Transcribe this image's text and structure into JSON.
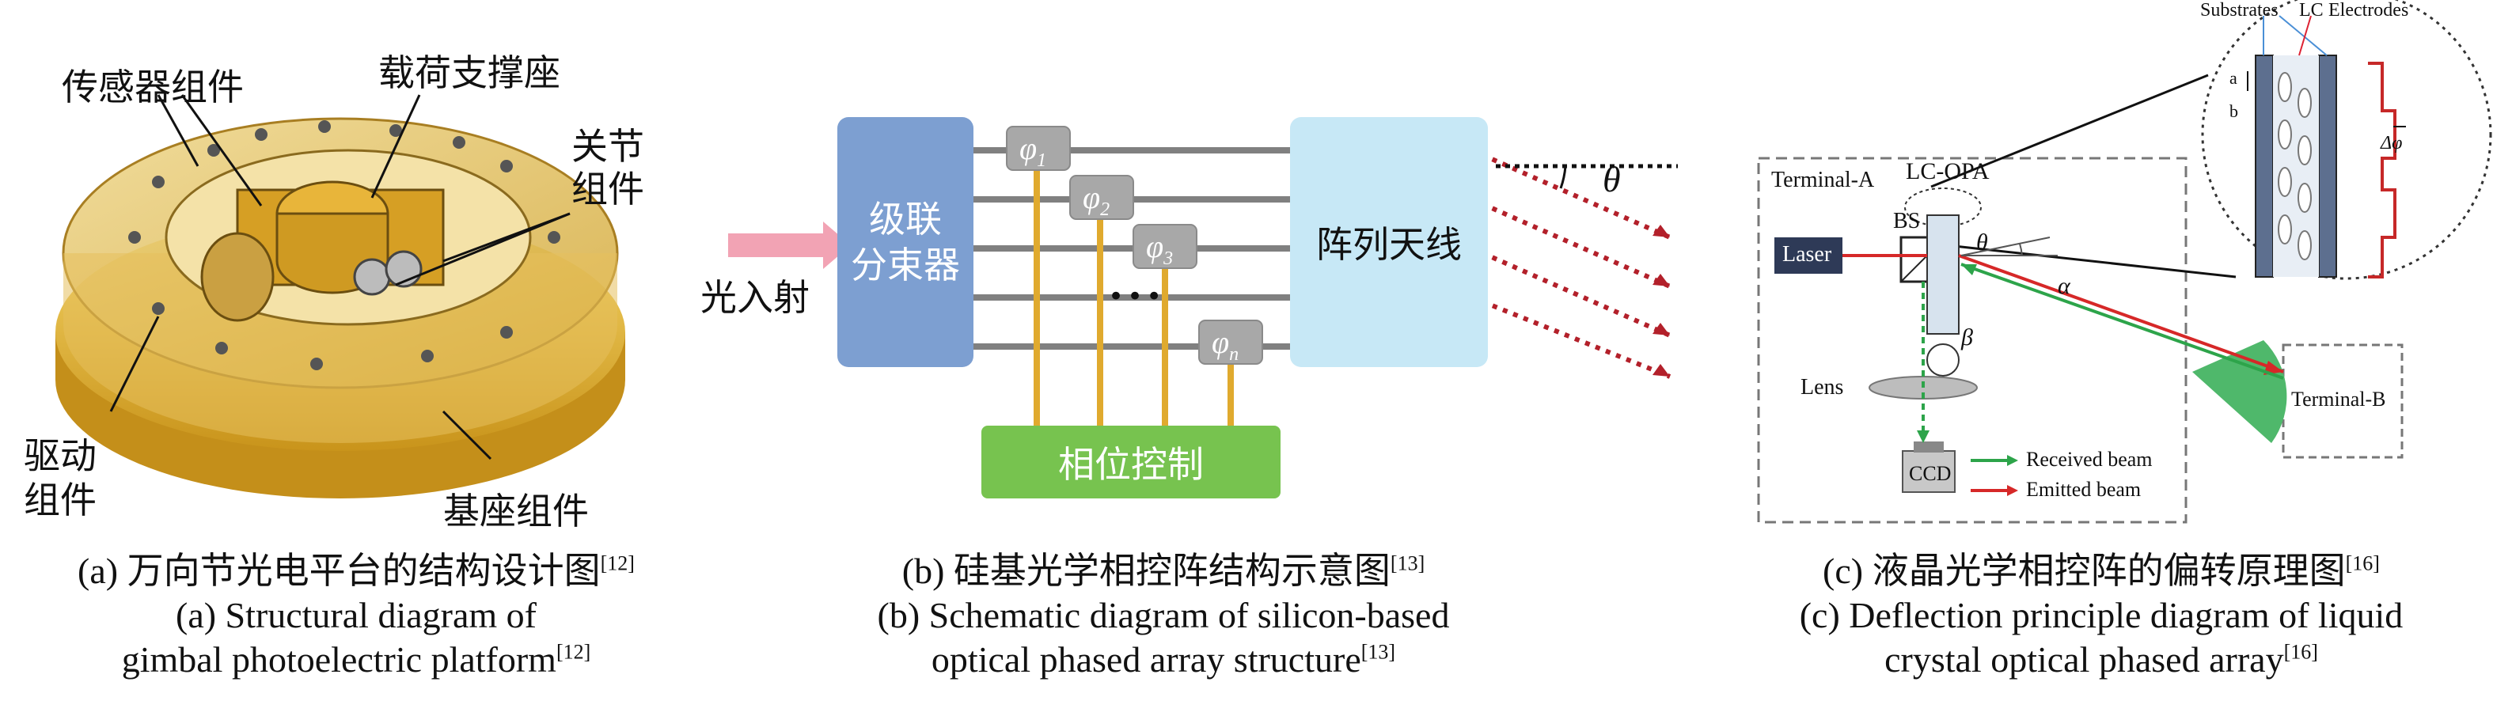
{
  "panel_a": {
    "labels": {
      "sensor": "传感器组件",
      "payload": "载荷支撑座",
      "joint": "关节\n组件",
      "drive": "驱动\n组件",
      "base": "基座组件"
    },
    "caption_cn": "(a) 万向节光电平台的结构设计图",
    "caption_cn_ref": "[12]",
    "caption_en_1": "(a) Structural diagram of",
    "caption_en_2": "gimbal photoelectric platform",
    "caption_en_ref": "[12]"
  },
  "panel_b": {
    "input_label": "光入射",
    "splitter_label": "级联\n分束器",
    "antenna_label": "阵列天线",
    "phase_control_label": "相位控制",
    "phase_shifters": [
      {
        "sym": "φ",
        "sub": "1"
      },
      {
        "sym": "φ",
        "sub": "2"
      },
      {
        "sym": "φ",
        "sub": "3"
      },
      {
        "sym": "φ",
        "sub": "n"
      }
    ],
    "ellipsis": "•••",
    "angle_label": "θ",
    "caption_cn": "(b) 硅基光学相控阵结构示意图",
    "caption_cn_ref": "[13]",
    "caption_en_1": "(b) Schematic diagram of silicon-based",
    "caption_en_2": "optical phased array structure",
    "caption_en_ref": "[13]"
  },
  "panel_c": {
    "terminal_a": "Terminal-A",
    "terminal_b": "Terminal-B",
    "lc_opa": "LC-OPA",
    "bs": "BS",
    "laser": "Laser",
    "lens": "Lens",
    "ccd": "CCD",
    "theta": "θ",
    "alpha": "α",
    "beta": "β",
    "legend_received": "Received beam",
    "legend_emitted": "Emitted beam",
    "zoom_substrates": "Substrates",
    "zoom_lc": "LC",
    "zoom_electrodes": "Electrodes",
    "zoom_a": "a",
    "zoom_b": "b",
    "zoom_dphi": "Δφ",
    "caption_cn": "(c) 液晶光学相控阵的偏转原理图",
    "caption_cn_ref": "[16]",
    "caption_en_1": "(c) Deflection principle diagram of liquid",
    "caption_en_2": "crystal optical phased array",
    "caption_en_ref": "[16]"
  },
  "colors": {
    "splitter": "#7d9fd1",
    "antenna": "#c7e8f6",
    "phase_control": "#77c34f",
    "phase_box": "#a8a8a8",
    "waveguide": "#808080",
    "gold": "#e0aa2e",
    "beam_red": "#b3202a",
    "arrow_pink": "#f2a3b4",
    "green_beam": "#2da44a",
    "red_beam": "#d62828",
    "laser_box": "#2e3a57"
  }
}
